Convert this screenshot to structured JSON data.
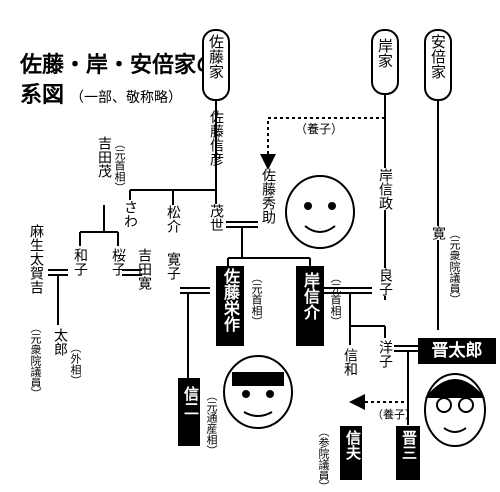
{
  "title": {
    "line1": "佐藤・岸・安倍家の",
    "line2": "系図",
    "note": "（一部、敬称略）"
  },
  "families": {
    "sato": "佐藤家",
    "kishi": "岸家",
    "abe": "安倍家"
  },
  "adoption_label": "（養子）",
  "people": {
    "sato_nobuhiko": "佐藤信彦",
    "sato_hidesuke": "佐藤秀助",
    "kishi_nobumasa": "岸信政",
    "abe_kan": "寛",
    "abe_kan_note": "（元衆院議員）",
    "yoshida_shigeru": "吉田茂",
    "yoshida_shigeru_note": "（元首相）",
    "asou_takakichi": "麻生太賀吉",
    "asou_takakichi_note": "（元衆院議員）",
    "kazuko": "和子",
    "sakurako": "桜子",
    "yoshida_kan": "吉田寛",
    "sawa": "さわ",
    "matsusuke": "松介",
    "shigeyo": "茂世",
    "hiroshi": "寛子",
    "sato_eisaku": "佐藤栄作",
    "sato_eisaku_note": "（元首相）",
    "kishi_nobusuke": "岸信介",
    "kishi_nobusuke_note": "（元首相）",
    "yoshiko": "良子",
    "taro": "太郎",
    "taro_note": "（外相）",
    "shinji": "信二",
    "shinji_note": "（元通産相）",
    "shinwa": "信和",
    "yoko": "洋子",
    "abe_shintaro": "晋太郎",
    "nobuo": "信夫",
    "nobuo_note": "（参院議員）",
    "shinzo": "晋三"
  }
}
